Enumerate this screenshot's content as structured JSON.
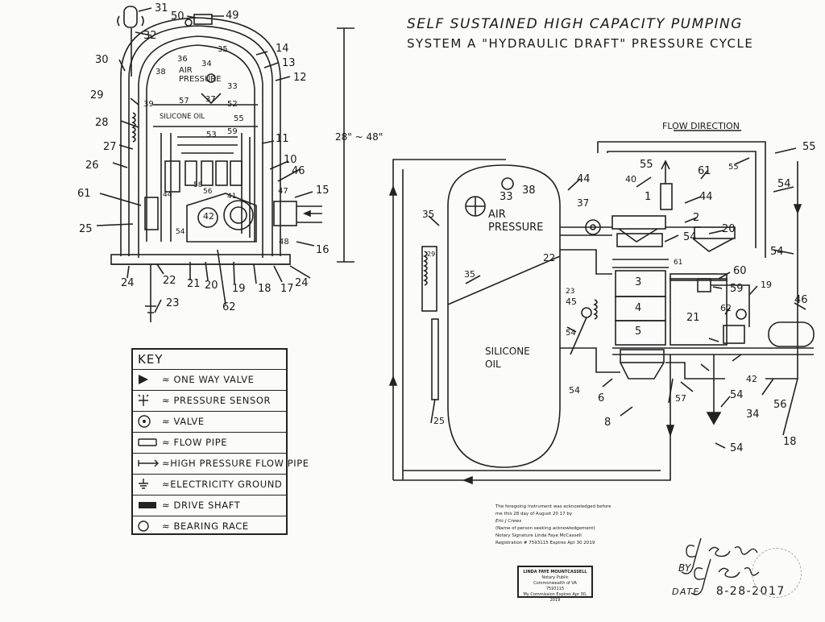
{
  "title": {
    "line1": "SELF SUSTAINED HIGH CAPACITY PUMPING",
    "line2": "SYSTEM  A  \"HYDRAULIC DRAFT\"  PRESSURE CYCLE"
  },
  "left_drawing": {
    "labels": {
      "l31": "31",
      "l50": "50",
      "l49": "49",
      "l32": "32",
      "l30": "30",
      "l14": "14",
      "l13": "13",
      "l12": "12",
      "l29": "29",
      "l28": "28",
      "l27": "27",
      "l26": "26",
      "l61": "61",
      "l25": "25",
      "l11": "11",
      "l10": "10",
      "l46": "46",
      "l15": "15",
      "l16": "16",
      "l47": "47",
      "l48": "48",
      "l24a": "24",
      "l24b": "24",
      "l22": "22",
      "l21": "21",
      "l20": "20",
      "l19": "19",
      "l18": "18",
      "l17": "17",
      "l62": "62",
      "l23": "23",
      "l36": "36",
      "l35": "35",
      "l34": "34",
      "l33": "33",
      "l37": "37",
      "l38": "38",
      "l39": "39",
      "l57": "57",
      "l52": "52",
      "l55": "55",
      "l53": "53",
      "l59": "59",
      "l44": "44",
      "l42": "42",
      "l41": "41",
      "l54": "54",
      "l56": "56",
      "l58": "58"
    },
    "air_pressure": "AIR\nPRESSURE",
    "silicone_oil": "SILICONE OIL",
    "dimension": "28\" ~ 48\""
  },
  "right_drawing": {
    "flow_direction": "FLOW DIRECTION",
    "air_pressure": "AIR\nPRESSURE",
    "silicone_oil": "SILICONE\nOIL",
    "labels": {
      "r55a": "55",
      "r55b": "55",
      "r55c": "55",
      "r61": "61",
      "r54a": "54",
      "r54b": "54",
      "r54c": "54",
      "r54d": "54",
      "r54e": "54",
      "r54f": "54",
      "r54g": "54",
      "r44a": "44",
      "r44b": "44",
      "r40": "40",
      "r1": "1",
      "r2": "2",
      "r20": "20",
      "r60": "60",
      "r59": "59",
      "r19": "19",
      "r62": "62",
      "r46": "46",
      "r21": "21",
      "r3": "3",
      "r4": "4",
      "r5": "5",
      "r6": "6",
      "r8": "8",
      "r57": "57",
      "r34": "34",
      "r42": "42",
      "r56": "56",
      "r18": "18",
      "r33": "33",
      "r38": "38",
      "r37": "37",
      "r35a": "35",
      "r35b": "35",
      "r22": "22",
      "r23": "23",
      "r45": "45",
      "r25": "25",
      "r29": "29",
      "r61b": "61"
    }
  },
  "key": {
    "header": "KEY",
    "items": [
      {
        "icon": "one-way-valve-icon",
        "label": "≈ ONE WAY VALVE"
      },
      {
        "icon": "pressure-sensor-icon",
        "label": "≈ PRESSURE SENSOR"
      },
      {
        "icon": "valve-icon",
        "label": "≈ VALVE"
      },
      {
        "icon": "flow-pipe-icon",
        "label": "≈ FLOW PIPE"
      },
      {
        "icon": "high-pressure-pipe-icon",
        "label": "≈HIGH PRESSURE FLOW PIPE"
      },
      {
        "icon": "electricity-ground-icon",
        "label": "≈ELECTRICITY GROUND"
      },
      {
        "icon": "drive-shaft-icon",
        "label": "≈ DRIVE SHAFT"
      },
      {
        "icon": "bearing-race-icon",
        "label": "≈ BEARING RACE"
      }
    ]
  },
  "notary": {
    "line1": "The foregoing instrument was acknowledged before",
    "line2": "me this  28  day of  August  20 17  by",
    "line3": "Eric J Crews",
    "line4": "(Name of person seeking acknowledgement)",
    "line5": "Notary Signature  Linda Faye McCassell",
    "line6": "Registration #  7593115   Expires  Apr 30 2019",
    "stamp_line1": "LINDA FAYE MOUNTCASSELL",
    "stamp_line2": "Notary Public",
    "stamp_line3": "Commonwealth of VA",
    "stamp_line4": "7593115",
    "stamp_line5": "My Commission Expires Apr 30, 2019"
  },
  "signature": {
    "by": "BY",
    "date_label": "DATE",
    "date": "8-28-2017"
  }
}
